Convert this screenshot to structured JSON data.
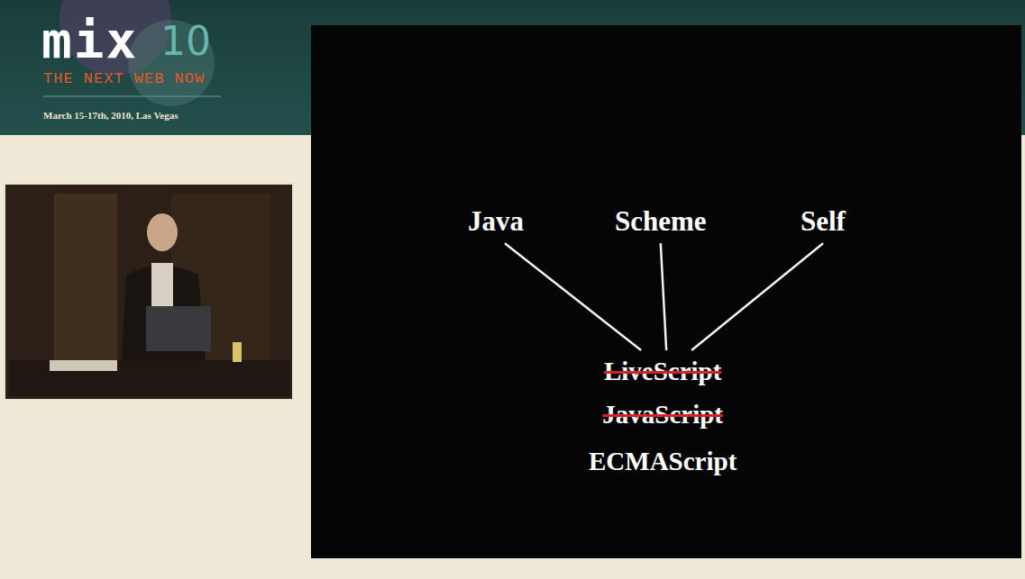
{
  "diagram": {
    "nodes": [
      {
        "text": [
          "Java"
        ]
      },
      {
        "text": [
          "Scheme"
        ]
      },
      {
        "text": [
          "Self"
        ]
      },
      {
        "text": [
          "LiveScript",
          "JavaScript",
          "ECMAScript"
        ]
      }
    ],
    "edges": [
      {
        "from": 0,
        "to": 3,
        "arrow": "none"
      },
      {
        "from": 1,
        "to": 3,
        "arrow": "none"
      },
      {
        "from": 2,
        "to": 3,
        "arrow": "none"
      }
    ],
    "labels": [
      "mix",
      "10",
      "THE NEXT WEB NOW",
      "March 15-17th, 2010, Las Vegas"
    ]
  }
}
